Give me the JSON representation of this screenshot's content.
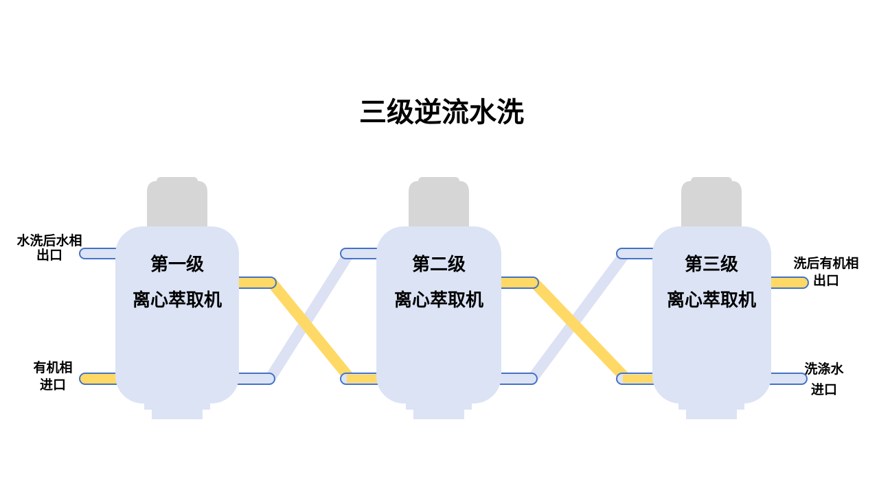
{
  "title": "三级逆流水洗",
  "machines": [
    {
      "stage": "第一级",
      "type": "离心萃取机"
    },
    {
      "stage": "第二级",
      "type": "离心萃取机"
    },
    {
      "stage": "第三级",
      "type": "离心萃取机"
    }
  ],
  "port_labels": {
    "water_out": {
      "line1": "水洗后水相",
      "line2": "出口"
    },
    "organic_in": {
      "line1": "有机相",
      "line2": "进口"
    },
    "organic_out": {
      "line1": "洗后有机相",
      "line2": "出口"
    },
    "wash_water_in": {
      "line1": "洗涤水",
      "line2": "进口"
    }
  },
  "colors": {
    "organic_pipe_yellow": "#FFD966",
    "water_pipe_blue": "#DCE1F3",
    "machine_body": "#DBE3F5",
    "pipe_outline": "#4472C4",
    "cap_gray": "#D6D6D6",
    "text": "#000000",
    "background": "#FFFFFF"
  }
}
